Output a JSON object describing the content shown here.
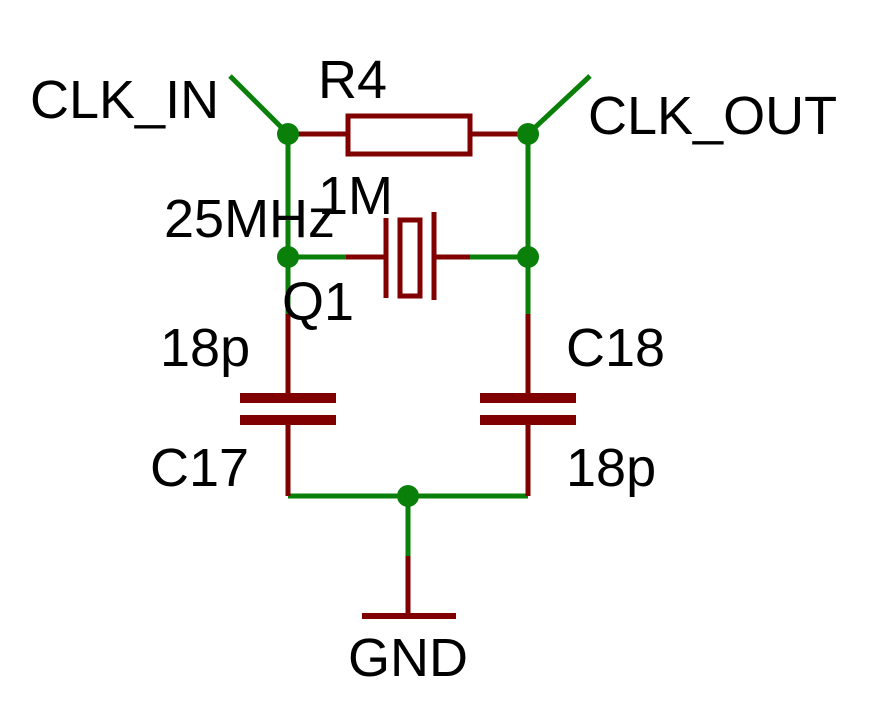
{
  "schematic": {
    "nets": {
      "clk_in": "CLK_IN",
      "clk_out": "CLK_OUT",
      "gnd": "GND"
    },
    "components": {
      "r4": {
        "name": "R4",
        "value": "1M"
      },
      "q1": {
        "name": "Q1",
        "value": "25MHz"
      },
      "c17": {
        "name": "C17",
        "value": "18p"
      },
      "c18": {
        "name": "C18",
        "value": "18p"
      }
    },
    "colors": {
      "wire": "#0a800a",
      "component": "#800000",
      "text": "#000000",
      "background": "#ffffff"
    }
  }
}
